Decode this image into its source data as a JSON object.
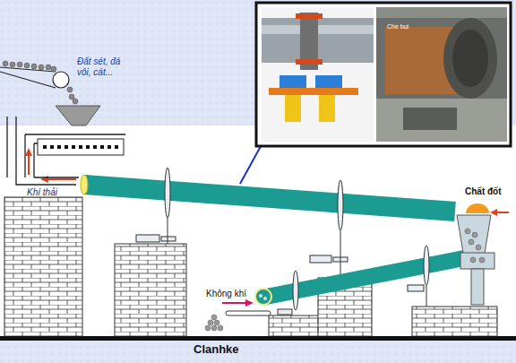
{
  "diagram": {
    "labels": [
      "Đất sét, đá vôi, cát...",
      "Khí thải",
      "Chất đốt",
      "Không khí",
      "Clanhke",
      "Che bụi"
    ]
  }
}
